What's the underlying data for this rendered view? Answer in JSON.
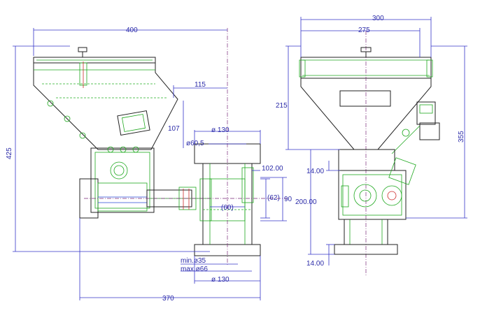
{
  "dimensions": {
    "width_400": "400",
    "d_115": "115",
    "d_107": "107",
    "flange_130_top": "ø 130",
    "phi_60_5": "ø60,5",
    "d_102": "102.00",
    "d_62": "(62)",
    "d_90": "90",
    "d_60": "(60)",
    "height_425": "425",
    "min_35": "min.ø35",
    "max_66": "max.ø66",
    "flange_130_bottom": "ø 130",
    "width_370": "370",
    "width_300": "300",
    "width_275": "275",
    "d_215": "215",
    "d_14_top": "14.00",
    "d_200": "200.00",
    "d_14_bottom": "14.00",
    "height_355": "355"
  },
  "colors": {
    "dimension": "#2a2aa8",
    "outline": "#222222",
    "hidden": "#1fa81f",
    "centerline": "#7a2a7a",
    "accent_red": "#cc2a2a",
    "accent_blue": "#2a4ad8"
  }
}
